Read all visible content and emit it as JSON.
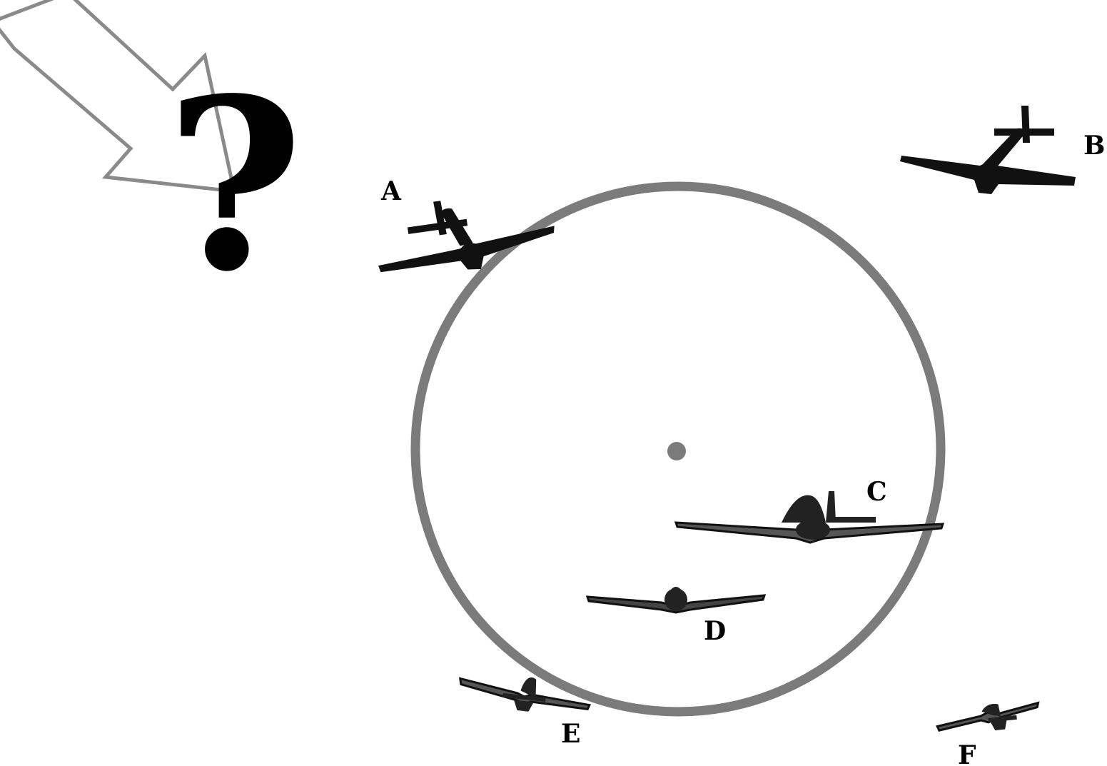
{
  "figure": {
    "question_mark": "?",
    "colors": {
      "circle": "#7b7b7b",
      "center_dot": "#7b7b7b",
      "arrow_outline": "#8a8a8a",
      "planes": "#111111",
      "light_planes": "#333333"
    },
    "planes": [
      {
        "id": "A",
        "label": "A",
        "icon": "fighter-plane-icon",
        "relative_to_circle": "on-edge"
      },
      {
        "id": "B",
        "label": "B",
        "icon": "fighter-plane-icon",
        "relative_to_circle": "outside"
      },
      {
        "id": "C",
        "label": "C",
        "icon": "fighter-plane-icon",
        "relative_to_circle": "inside"
      },
      {
        "id": "D",
        "label": "D",
        "icon": "fighter-plane-icon",
        "relative_to_circle": "inside"
      },
      {
        "id": "E",
        "label": "E",
        "icon": "fighter-plane-icon",
        "relative_to_circle": "on-edge"
      },
      {
        "id": "F",
        "label": "F",
        "icon": "fighter-plane-icon",
        "relative_to_circle": "outside"
      }
    ]
  }
}
